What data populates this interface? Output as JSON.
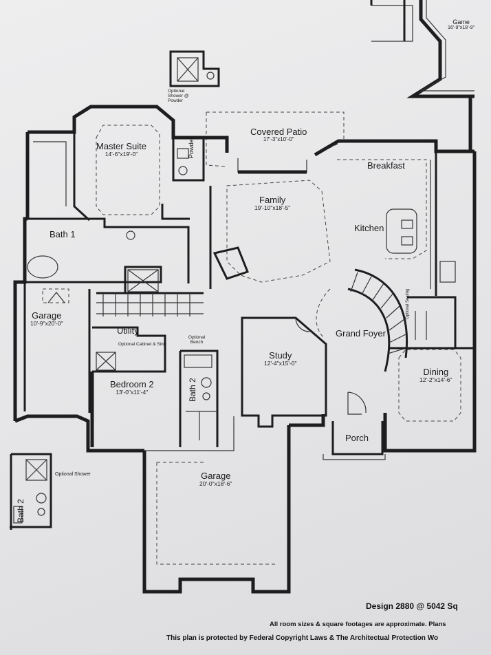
{
  "rooms": {
    "game": {
      "name": "Game",
      "dim": "16'-9\"x18'-9\""
    },
    "covered_patio": {
      "name": "Covered Patio",
      "dim": "17'-3\"x10'-0\""
    },
    "master_suite": {
      "name": "Master Suite",
      "dim": "14'-6\"x19'-0\""
    },
    "breakfast": {
      "name": "Breakfast"
    },
    "family": {
      "name": "Family",
      "dim": "19'-10\"x18'-5\""
    },
    "kitchen": {
      "name": "Kitchen"
    },
    "bath1": {
      "name": "Bath 1"
    },
    "garage_left": {
      "name": "Garage",
      "dim": "10'-9\"x20'-0\""
    },
    "utility": {
      "name": "Utility"
    },
    "grand_foyer": {
      "name": "Grand Foyer"
    },
    "study": {
      "name": "Study",
      "dim": "12'-4\"x15'-0\""
    },
    "bedroom2": {
      "name": "Bedroom 2",
      "dim": "13'-0\"x11'-4\""
    },
    "bath2": {
      "name": "Bath 2"
    },
    "dining": {
      "name": "Dining",
      "dim": "12'-2\"x14'-6\""
    },
    "porch": {
      "name": "Porch"
    },
    "garage_main": {
      "name": "Garage",
      "dim": "20'-0\"x18'-6\""
    },
    "bath2_alt": {
      "name": "Bath 2"
    }
  },
  "notes": {
    "powder": "Powder",
    "optional_shower_powder": "Optional Shower @ Powder",
    "optional_cabinet_sink": "Optional Cabinet & Sink",
    "optional_bench": "Optional Bench",
    "optional_shower": "Optional Shower",
    "optional_seating": "Optional Seating"
  },
  "footer": {
    "design": "Design 2880 @ 5042 Sq",
    "disclaimer": "All room sizes & square footages are approximate. Plans",
    "copyright": "This plan is protected by Federal Copyright Laws & The Architectual Protection Wo"
  }
}
